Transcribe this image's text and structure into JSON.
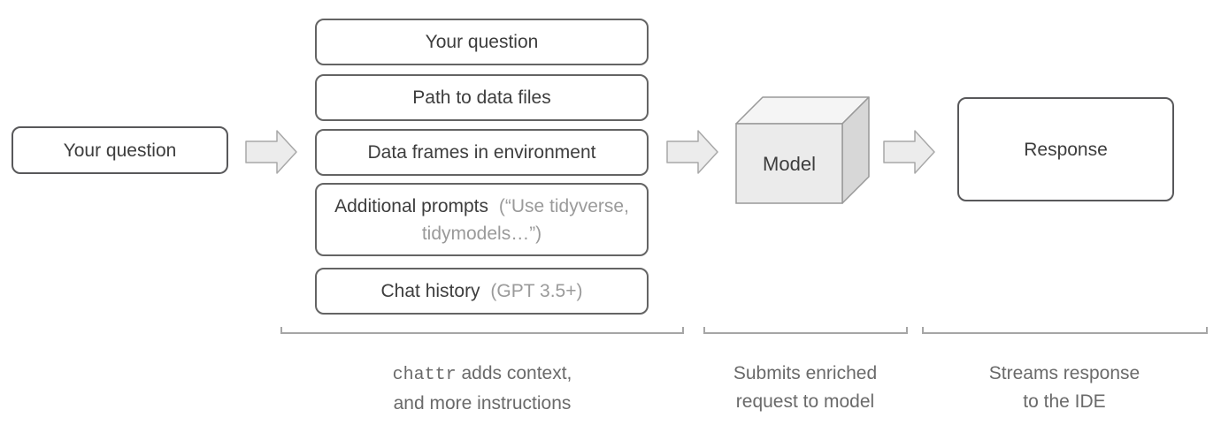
{
  "diagram": {
    "input_box": {
      "label": "Your question"
    },
    "context_stack": {
      "items": [
        {
          "label": "Your question",
          "note": ""
        },
        {
          "label": "Path to data files",
          "note": ""
        },
        {
          "label": "Data frames in environment",
          "note": ""
        },
        {
          "label": "Additional prompts",
          "note": "(“Use tidyverse, tidymodels…”)"
        },
        {
          "label": "Chat history",
          "note": "(GPT 3.5+)"
        }
      ]
    },
    "model_cube": {
      "label": "Model"
    },
    "response_box": {
      "label": "Response"
    },
    "captions": {
      "context": {
        "code": "chattr",
        "line1_rest": "adds context,",
        "line2": "and more instructions"
      },
      "submit": {
        "line1": "Submits enriched",
        "line2": "request to model"
      },
      "stream": {
        "line1": "Streams response",
        "line2": "to the IDE"
      }
    },
    "colors": {
      "box_border_dark": "#58585a",
      "box_border_stack": "#646464",
      "text_dark": "#3d3d3d",
      "text_muted": "#9a9a9a",
      "caption_gray": "#6a6a6a",
      "arrow_fill": "#ececec",
      "arrow_stroke": "#a8a8a8",
      "cube_front": "#ebebeb",
      "cube_top": "#f5f5f5",
      "cube_side": "#d7d7d7",
      "cube_stroke": "#999999",
      "bracket_gray": "#a6a6a6"
    }
  }
}
